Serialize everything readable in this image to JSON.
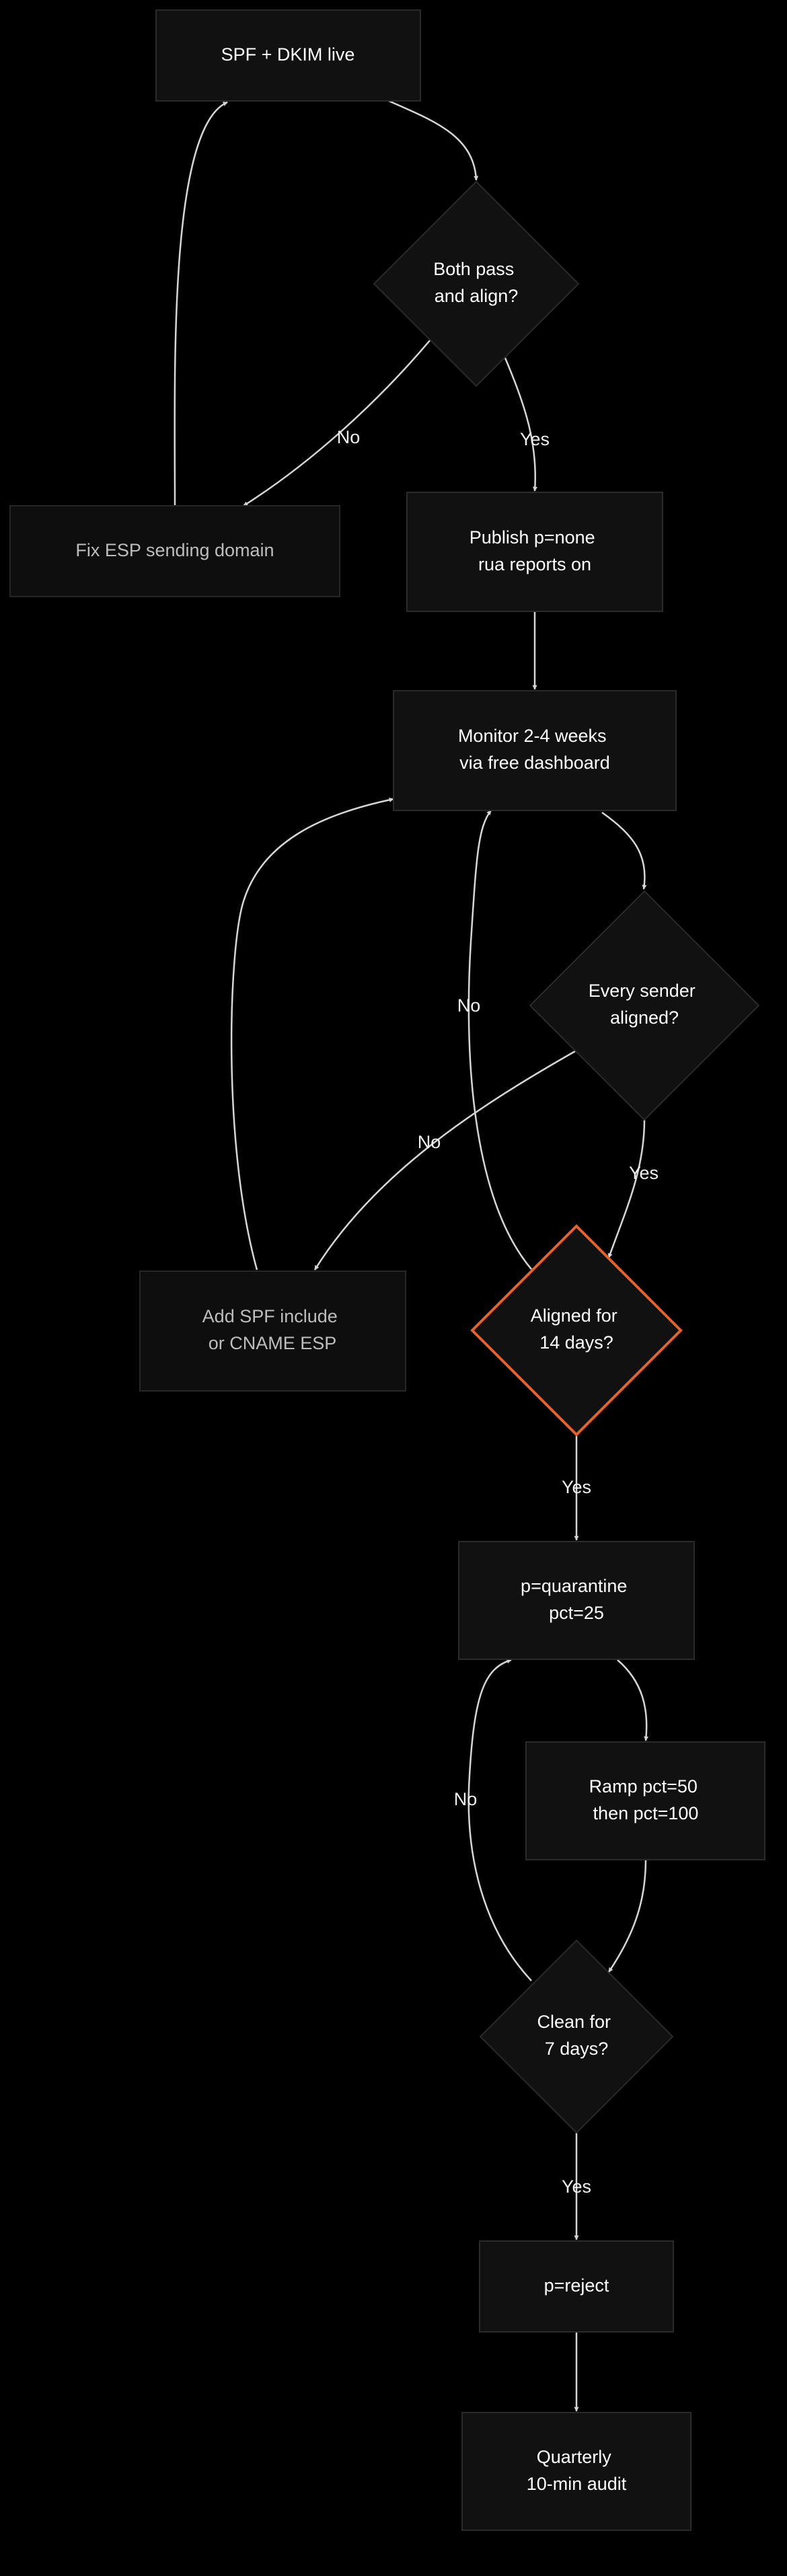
{
  "diagram": {
    "nodes": [
      {
        "id": "spf-dkim-live",
        "lines": [
          "SPF + DKIM live"
        ]
      },
      {
        "id": "both-pass-align",
        "lines": [
          "Both pass",
          "and align?"
        ]
      },
      {
        "id": "fix-esp-domain",
        "lines": [
          "Fix ESP sending domain"
        ]
      },
      {
        "id": "publish-pnone",
        "lines": [
          "Publish p=none",
          "rua reports on"
        ]
      },
      {
        "id": "monitor-weeks",
        "lines": [
          "Monitor 2-4 weeks",
          "via free dashboard"
        ]
      },
      {
        "id": "every-sender-aligned",
        "lines": [
          "Every sender",
          "aligned?"
        ]
      },
      {
        "id": "add-spf-include",
        "lines": [
          "Add SPF include",
          "or CNAME ESP"
        ]
      },
      {
        "id": "aligned-14-days",
        "lines": [
          "Aligned for",
          "14 days?"
        ]
      },
      {
        "id": "p-quarantine",
        "lines": [
          "p=quarantine",
          "pct=25"
        ]
      },
      {
        "id": "ramp-pct",
        "lines": [
          "Ramp pct=50",
          "then pct=100"
        ]
      },
      {
        "id": "clean-7-days",
        "lines": [
          "Clean for",
          "7 days?"
        ]
      },
      {
        "id": "p-reject",
        "lines": [
          "p=reject"
        ]
      },
      {
        "id": "quarterly-audit",
        "lines": [
          "Quarterly",
          "10-min audit"
        ]
      }
    ],
    "edge_labels": {
      "both_no": "No",
      "both_yes": "Yes",
      "monitor_no": "No",
      "every_no": "No",
      "every_yes": "Yes",
      "aligned_yes": "Yes",
      "clean_no": "No",
      "clean_yes": "Yes"
    },
    "colors": {
      "background": "#000000",
      "node_fill": "#111111",
      "node_border": "#2a2a2a",
      "edge": "#d6d6d6",
      "highlight": "#e5622a"
    }
  }
}
